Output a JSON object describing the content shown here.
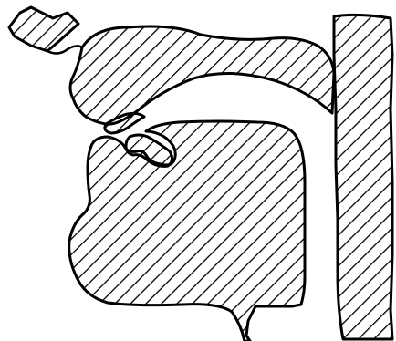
{
  "diagram": {
    "ink_color": "#000000",
    "background_color": "#ffffff",
    "fill_pattern": "diagonal-hatch",
    "parts": [
      "nasal-bone",
      "upper-jaw-palate",
      "upper-teeth",
      "lower-jaw-tongue",
      "lower-lip",
      "pharynx-wall"
    ]
  }
}
